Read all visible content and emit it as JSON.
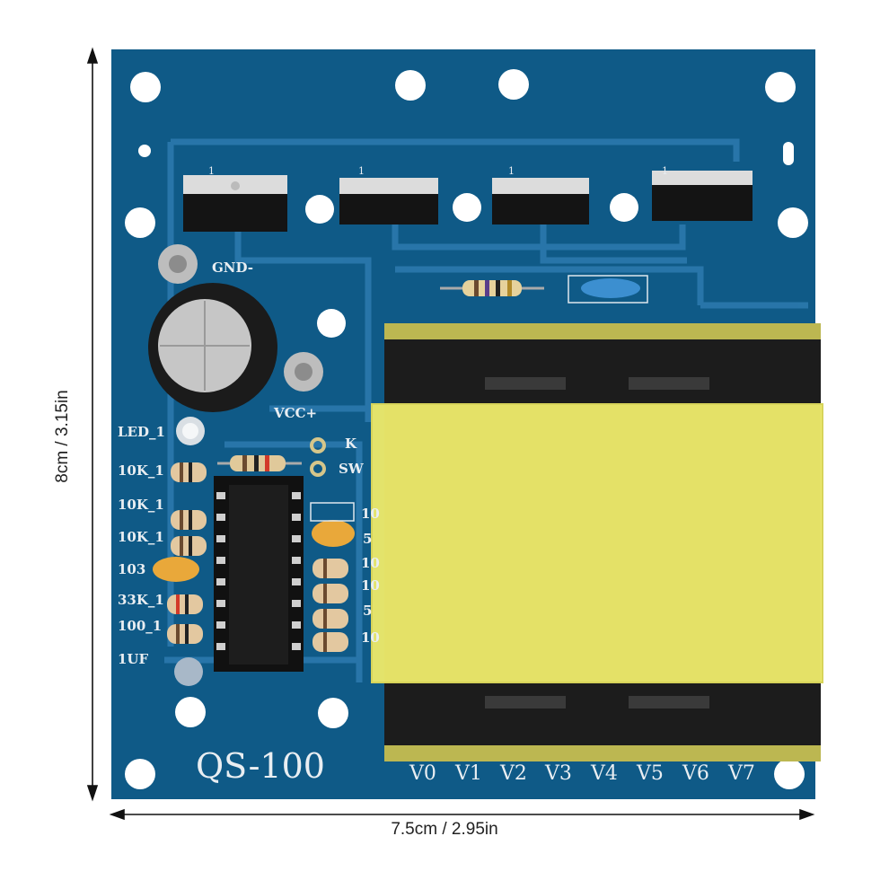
{
  "dimensions": {
    "height_label": "8cm / 3.15in",
    "width_label": "7.5cm / 2.95in"
  },
  "board": {
    "model": "QS-100",
    "silkscreen": {
      "gnd": "GND-",
      "vcc": "VCC+",
      "led": "LED_1",
      "k": "K",
      "sw": "SW",
      "left_labels": [
        "10K_1",
        "10K_1",
        "10K_1",
        "103",
        "33K_1",
        "100_1",
        "1UF"
      ],
      "right_labels": [
        "10",
        "5",
        "10",
        "10",
        "5",
        "10"
      ],
      "mosfet_pins": [
        "1",
        "1",
        "1",
        "1"
      ],
      "outputs": [
        "V0",
        "V1",
        "V2",
        "V3",
        "V4",
        "V5",
        "V6",
        "V7"
      ]
    }
  },
  "colors": {
    "pcb": "#0f5a87",
    "trace": "#2b7db0",
    "tape": "#ece96a",
    "core": "#1c1c1c"
  }
}
